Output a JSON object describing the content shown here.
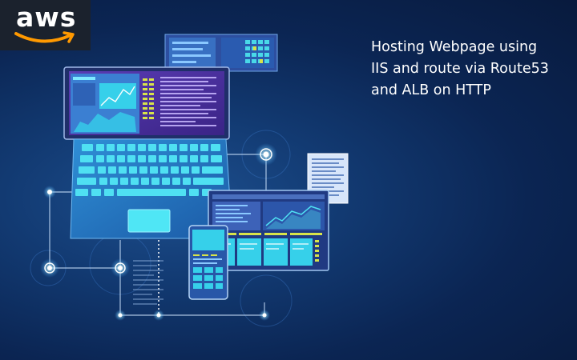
{
  "brand": {
    "logo_text": "aws",
    "colors": {
      "logo_bg": "#1b222d",
      "smile": "#ff9900",
      "text": "#ffffff"
    }
  },
  "headline": {
    "line1": "Hosting Webpage using",
    "line2": "IIS and route via Route53",
    "line3": "and ALB on HTTP"
  },
  "illustration": {
    "icons": [
      "laptop-icon",
      "monitor-icon",
      "tablet-icon",
      "phone-icon",
      "document-icon",
      "network-node-icon"
    ],
    "colors": {
      "background": "#0b2553",
      "screen_glow": "#2fd8f2",
      "panel_purple": "#4a2f9a",
      "accent_yellow": "#d8e34a",
      "node_white": "#ffffff"
    }
  }
}
